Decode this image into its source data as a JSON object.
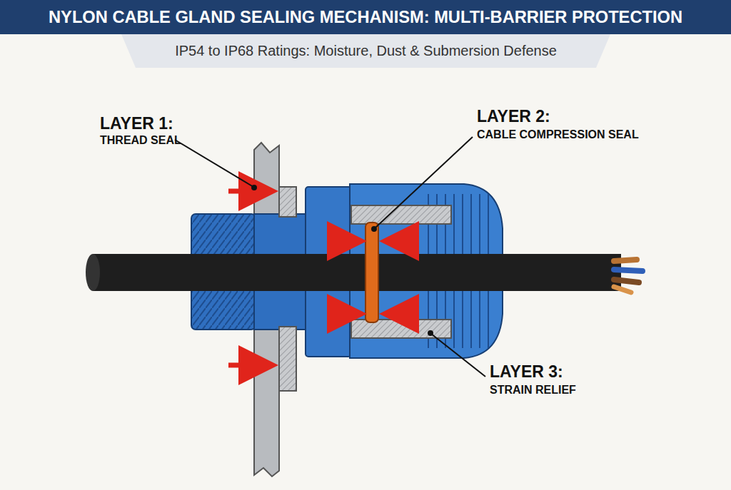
{
  "diagram": {
    "title": "NYLON CABLE GLAND SEALING MECHANISM: MULTI-BARRIER PROTECTION",
    "caption": "IP54 to IP68 Ratings: Moisture, Dust & Submersion Defense",
    "labels": [
      "LAYER 1:",
      "THREAD SEAL",
      "LAYER 2:",
      "CABLE COMPRESSION SEAL",
      "LAYER 3:",
      "STRAIN RELIEF"
    ]
  }
}
